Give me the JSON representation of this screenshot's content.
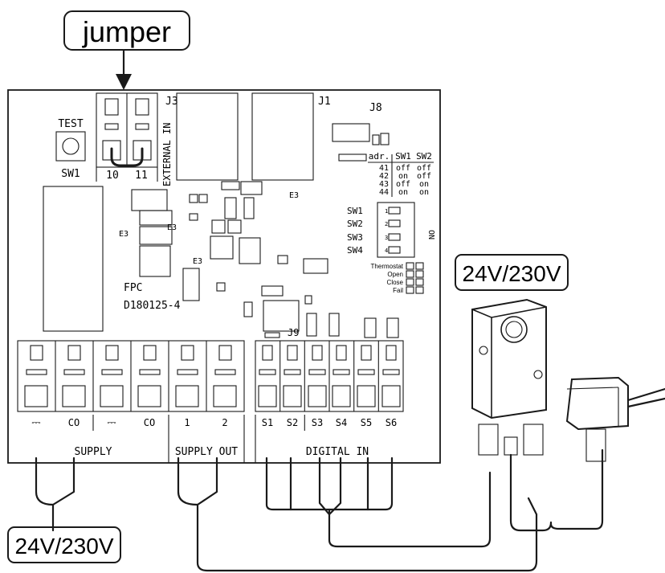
{
  "callouts": {
    "jumper": "jumper",
    "voltage_top": "24V/230V",
    "voltage_bottom": "24V/230V"
  },
  "board": {
    "test_label": "TEST",
    "sw1_label": "SW1",
    "j3": "J3",
    "j1": "J1",
    "j8": "J8",
    "j9": "J9",
    "external_in": "EXTERNAL IN",
    "jumper_terminals": [
      "10",
      "11"
    ],
    "fpc_line1": "FPC",
    "fpc_line2": "D180125-4"
  },
  "address_table": {
    "headers": [
      "adr.",
      "SW1",
      "SW2"
    ],
    "rows": [
      [
        "41",
        "off",
        "off"
      ],
      [
        "42",
        "on",
        "off"
      ],
      [
        "43",
        "off",
        "on"
      ],
      [
        "44",
        "on",
        "on"
      ]
    ]
  },
  "dip_switch": {
    "labels": [
      "SW1",
      "SW2",
      "SW3",
      "SW4"
    ],
    "numbers": [
      "1",
      "2",
      "3",
      "4"
    ],
    "on_label": "ON"
  },
  "status_leds": [
    "Thermostat",
    "Open",
    "Close",
    "Fail"
  ],
  "terminals": {
    "supply": [
      "⎓",
      "CO",
      "⎓",
      "CO"
    ],
    "supply_out": [
      "1",
      "2"
    ],
    "digital_in": [
      "S1",
      "S2",
      "S3",
      "S4",
      "S5",
      "S6"
    ]
  },
  "groups": {
    "supply": "SUPPLY",
    "supply_out": "SUPPLY OUT",
    "digital_in": "DIGITAL IN"
  }
}
